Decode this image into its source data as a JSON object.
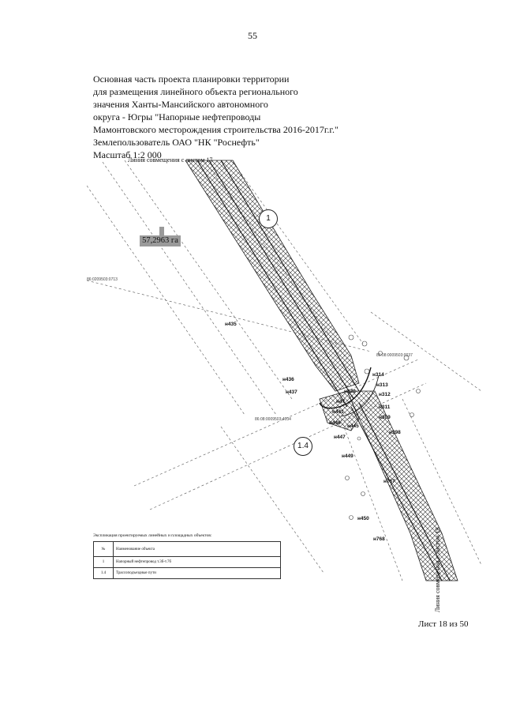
{
  "page_number": "55",
  "header": {
    "lines": [
      "Основная часть проекта планировки территории",
      "для размещения линейного объекта регионального",
      "значения Ханты-Мансийского автономного",
      "округа - Югры \"Напорные нефтепроводы",
      "Мамонтовского месторождения строительства 2016-2017г.г.\"",
      "Землепользователь ОАО \"НК \"Роснефть\"",
      "Масштаб 1:2 000"
    ]
  },
  "map": {
    "top_line_label": "Линия совмещения с листом 17",
    "right_line_label": "Линия совмещения с листом 19",
    "area_label": "57,2963 га",
    "markers": [
      "1",
      "1.4"
    ],
    "parcel_labels": [
      "86:0209503:0713",
      "86:08:0009503:0037",
      "86:08:0009503:4034"
    ],
    "points": [
      "н435",
      "н436",
      "н437",
      "н314",
      "н313",
      "н312",
      "н320",
      "н311",
      "н309",
      "н441",
      "н446",
      "н445",
      "н398",
      "н447",
      "н449",
      "н767",
      "н450",
      "н768",
      "н47"
    ]
  },
  "legend": {
    "title": "Экспликация проектируемых линейных и площадных объектов:",
    "headers": [
      "№",
      "Наименование объекта"
    ],
    "rows": [
      {
        "num": "1",
        "name": "Напорный нефтепровод т.3б-т.7б"
      },
      {
        "num": "1.4",
        "name": "Трассоподъездные пути"
      }
    ]
  },
  "sheet_label": "Лист 18 из 50",
  "colors": {
    "hatch": "#333333",
    "ink": "#111111",
    "area_fill": "#9a9a9a"
  }
}
